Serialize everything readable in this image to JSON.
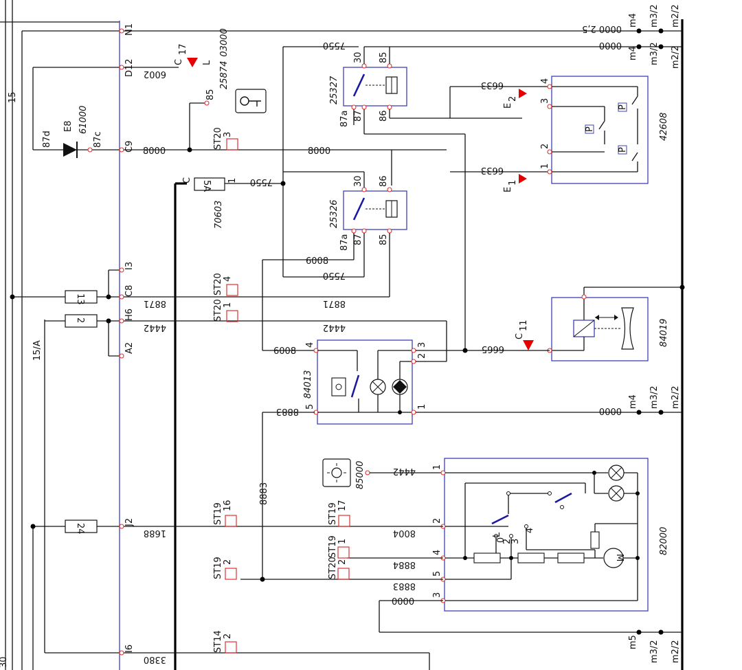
{
  "header": {
    "left_text": "15",
    "left_text_2": "15/A",
    "bottom_left": "30"
  },
  "wires": {
    "n1": "0000 2,5",
    "d12_left": "6002",
    "d12_right": "0000",
    "c9": "8000",
    "c9_right": "8000",
    "fuse_in": "7550",
    "fuse_top": "7550",
    "mid": "7550",
    "relay_87a": "6008",
    "c8": "8871",
    "c8_right": "8871",
    "h6": "4442",
    "h6_right": "4442",
    "m84013_4": "6008",
    "m84013_5": "8883",
    "m84013_1": "0000",
    "m84013_3": "6665",
    "e2": "6633",
    "e1": "6633",
    "sw_85000": "4442",
    "j2": "1688",
    "r_8004": "8004",
    "r_8884": "8884",
    "r_8883": "8883",
    "r_0000": "0000",
    "vert_8883": "8883",
    "i6": "3380"
  },
  "connectors": {
    "n1": "N1",
    "d12": "D12",
    "c9": "C9",
    "i3": "I3",
    "c8": "C8",
    "h6": "H6",
    "a2": "A2",
    "j2": "J2",
    "i6": "I6",
    "fuse_c": "C",
    "fuse_1": "1",
    "st20_3": "ST20",
    "st20_3_pin": "3",
    "st20_4": "ST20",
    "st20_4_pin": "4",
    "st20_1": "ST20",
    "st20_1_pin": "1",
    "st19_16": "ST19",
    "st19_16_pin": "16",
    "st19_17": "ST19",
    "st19_17_pin": "17",
    "st19_1": "ST19",
    "st19_1_pin": "1",
    "st20_2": "ST20",
    "st20_2_pin": "2",
    "st19_2": "ST19",
    "st19_2_pin": "2",
    "st14_2": "ST14",
    "st14_2_pin": "2"
  },
  "fuses": {
    "f13": "13",
    "f2": "2",
    "f24": "24",
    "f5a": "5A"
  },
  "components": {
    "diode": "E8",
    "diode_code": "61000",
    "diode_87d": "87d",
    "diode_87c": "87c",
    "c17": "C",
    "c17_sub": "17",
    "c17_l": "L",
    "key_pin": "85",
    "key_code": "25874",
    "key_code2": "03000",
    "relay1": "25327",
    "relay2": "25326",
    "relay_30": "30",
    "relay_85": "85",
    "relay_86": "86",
    "relay_87": "87",
    "relay_87a": "87a",
    "fuse_code": "70603",
    "m42608": "42608",
    "m84019": "84019",
    "m84013": "84013",
    "m85000": "85000",
    "m82000": "82000",
    "e1": "E",
    "e1_sub": "1",
    "e2": "E",
    "e2_sub": "2",
    "c11": "C",
    "c11_sub": "11",
    "pin_1": "1",
    "pin_2": "2",
    "pin_3": "3",
    "pin_4": "4",
    "pin_5": "5",
    "switch_l": "L",
    "switch_0": "0",
    "motor": "M",
    "p": "P"
  },
  "grounds": {
    "m4": "m4",
    "m5": "m5",
    "m3_2": "m3/2",
    "m2_2": "m2/2"
  },
  "colors": {
    "frame": "#3f3fb5",
    "pin": "#e03030",
    "marker": "#e60000",
    "blade": "#1a1aa0"
  }
}
